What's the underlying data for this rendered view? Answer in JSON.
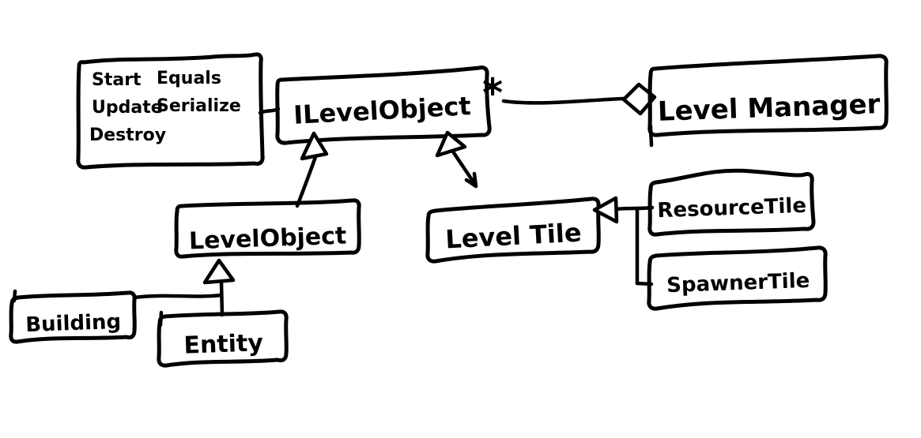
{
  "diagram": {
    "type": "uml-class-sketch",
    "background_color": "#ffffff",
    "ink_color": "#000000",
    "nodes": {
      "methods_note": {
        "column1": [
          "Start",
          "Update",
          "Destroy"
        ],
        "column2": [
          "Equals",
          "Serialize"
        ]
      },
      "ilevel_object": {
        "label": "ILevelObject"
      },
      "level_manager": {
        "label": "Level Manager"
      },
      "level_object": {
        "label": "LevelObject"
      },
      "level_tile": {
        "label": "Level Tile"
      },
      "resource_tile": {
        "label": "ResourceTile"
      },
      "spawner_tile": {
        "label": "SpawnerTile"
      },
      "building": {
        "label": "Building"
      },
      "entity": {
        "label": "Entity"
      }
    },
    "edges": {
      "ilevelobject_levelmanager": {
        "type": "aggregation",
        "from": "ILevelObject",
        "to": "Level Manager",
        "multiplicity": "*"
      },
      "levelobject_ilevelobject": {
        "type": "generalization",
        "from": "LevelObject",
        "to": "ILevelObject"
      },
      "leveltile_ilevelobject": {
        "type": "generalization",
        "from": "Level Tile",
        "to": "ILevelObject"
      },
      "resourcetile_leveltile": {
        "type": "generalization",
        "from": "ResourceTile",
        "to": "Level Tile"
      },
      "spawnertile_leveltile": {
        "type": "generalization",
        "from": "SpawnerTile",
        "to": "Level Tile"
      },
      "entity_levelobject": {
        "type": "generalization",
        "from": "Entity",
        "to": "LevelObject"
      },
      "building_levelobject": {
        "type": "generalization",
        "from": "Building",
        "to": "LevelObject"
      },
      "methodsnote_ilevelobject": {
        "type": "note-link",
        "from": "methods note",
        "to": "ILevelObject"
      }
    }
  }
}
